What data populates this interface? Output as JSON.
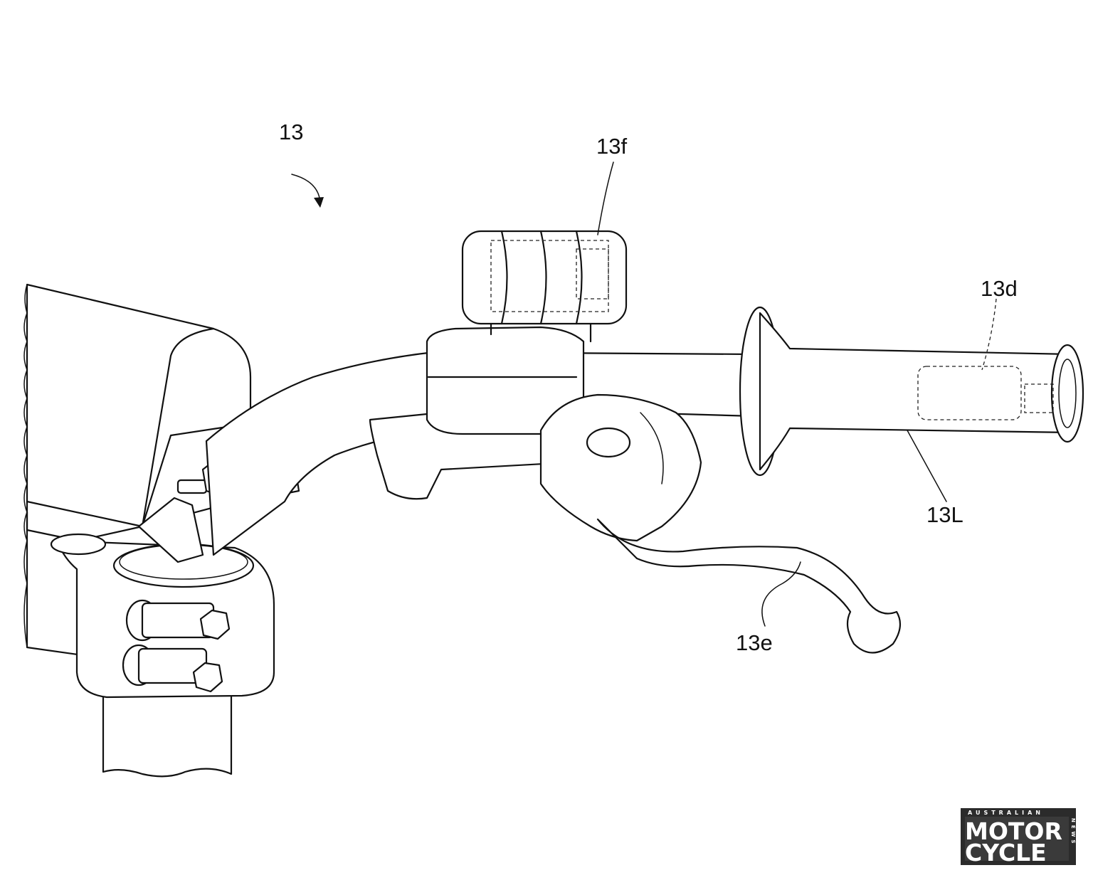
{
  "labels": {
    "assembly": "13",
    "switch": "13f",
    "internal_unit": "13d",
    "grip": "13L",
    "lever": "13e"
  },
  "logo": {
    "top": "AUSTRALIAN",
    "line1": "MOTOR",
    "line2": "CYCLE",
    "side": "NEWS"
  }
}
